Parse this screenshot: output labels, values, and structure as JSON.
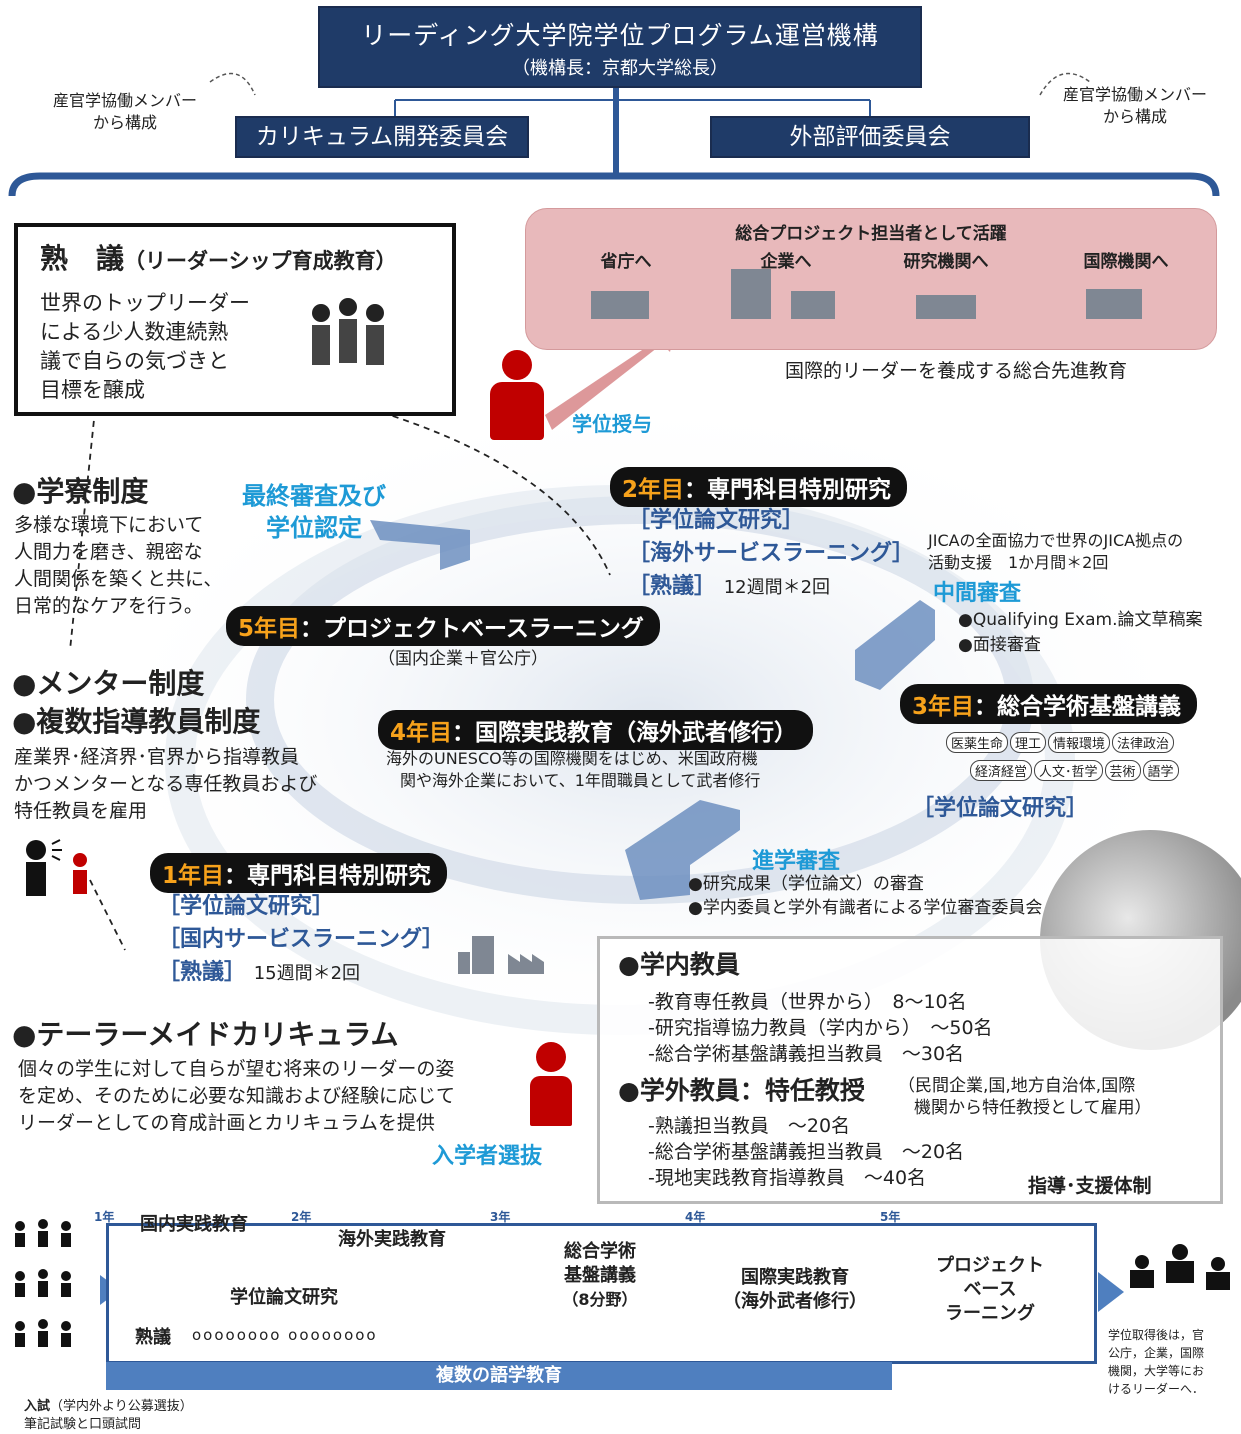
{
  "org": {
    "title": "リーディング大学院学位プログラム運営機構",
    "subtitle": "（機構長：京都大学総長）"
  },
  "committees": {
    "left": "カリキュラム開発委員会",
    "right": "外部評価委員会"
  },
  "side_notes": {
    "left": [
      "産官学協働メンバー",
      "から構成"
    ],
    "right": [
      "産官学協働メンバー",
      "から構成"
    ]
  },
  "outcome": {
    "title": "総合プロジェクト担当者として活躍",
    "destinations": [
      "省庁へ",
      "企業へ",
      "研究機関へ",
      "国際機関へ"
    ],
    "caption": "国際的リーダーを養成する総合先進教育",
    "degree": "学位授与"
  },
  "jukugi": {
    "title": "熟　議",
    "title_sub": "（リーダーシップ育成教育）",
    "body": [
      "世界のトップリーダー",
      "による少人数連続熟",
      "議で自らの気づきと",
      "目標を醸成"
    ]
  },
  "left_sections": {
    "dorm_title": "●学寮制度",
    "dorm_body": [
      "多様な環境下において",
      "人間力を磨き、親密な",
      "人間関係を築くと共に、",
      "日常的なケアを行う。"
    ],
    "mentor_title": "●メンター制度",
    "multi_title": "●複数指導教員制度",
    "multi_body": [
      "産業界･経済界･官界から指導教員",
      "かつメンターとなる専任教員および",
      "特任教員を雇用"
    ],
    "tailor_title": "●テーラーメイドカリキュラム",
    "tailor_body": [
      "個々の学生に対して自らが望む将来のリーダーの姿",
      "を定め、そのために必要な知識および経験に応じて",
      "リーダーとしての育成計画とカリキュラムを提供"
    ]
  },
  "final_review": [
    "最終審査及び",
    "学位認定"
  ],
  "year1": {
    "num": "1年目",
    "title": "：専門科目特別研究",
    "items": [
      "［学位論文研究］",
      "［国内サービスラーニング］",
      "［熟議］"
    ],
    "detail": "15週間＊2回"
  },
  "year2": {
    "num": "2年目",
    "title": "：専門科目特別研究",
    "items": [
      "［学位論文研究］",
      "［海外サービスラーニング］",
      "［熟議］"
    ],
    "detail": "12週間＊2回",
    "jica": [
      "JICAの全面協力で世界のJICA拠点の",
      "活動支援　1か月間＊2回"
    ]
  },
  "mid_review": {
    "title": "中間審査",
    "items": [
      "●Qualifying Exam.論文草稿案",
      "●面接審査"
    ]
  },
  "year3": {
    "num": "3年目",
    "title": "：総合学術基盤講義",
    "tags1": [
      "医薬生命",
      "理工",
      "情報環境",
      "法律政治"
    ],
    "tags2": [
      "経済経営",
      "人文･哲学",
      "芸術",
      "語学"
    ],
    "item": "［学位論文研究］"
  },
  "year4": {
    "num": "4年目",
    "title": "：国際実践教育（海外武者修行）",
    "body": [
      "海外のUNESCO等の国際機関をはじめ、米国政府機",
      "関や海外企業において、1年間職員として武者修行"
    ]
  },
  "year5": {
    "num": "5年目",
    "title": "：プロジェクトベースラーニング",
    "sub": "（国内企業＋官公庁）"
  },
  "advance_review": {
    "title": "進学審査",
    "items": [
      "●研究成果（学位論文）の審査",
      "●学内委員と学外有識者による学位審査委員会"
    ]
  },
  "admission": "入学者選抜",
  "faculty": {
    "internal_title": "●学内教員",
    "internal": [
      "-教育専任教員（世界から）　8～10名",
      "-研究指導協力教員（学内から）　～50名",
      "-総合学術基盤講義担当教員　～30名"
    ],
    "external_title": "●学外教員：特任教授",
    "external_note": [
      "（民間企業,国,地方自治体,国際",
      "機関から特任教授として雇用）"
    ],
    "external": [
      "-熟議担当教員　～20名",
      "-総合学術基盤講義担当教員　～20名",
      "-現地実践教育指導教員　～40名"
    ],
    "support": "指導･支援体制"
  },
  "timeline": {
    "years": [
      "1年",
      "2年",
      "3年",
      "4年",
      "5年"
    ],
    "domestic": "国内実践教育",
    "overseas": "海外実践教育",
    "thesis": "学位論文研究",
    "jukugi": "熟議",
    "dots": "oooooooo oooooooo",
    "general": [
      "総合学術",
      "基盤講義",
      "（8分野）"
    ],
    "intl": [
      "国際実践教育",
      "（海外武者修行）"
    ],
    "pbl": [
      "プロジェクト",
      "ベース",
      "ラーニング"
    ],
    "language": "複数の語学教育",
    "entry_bold": "入試",
    "entry_rest": "（学内外より公募選抜）",
    "entry_line2": "筆記試験と口頭試問",
    "after": [
      "学位取得後は，官",
      "公庁，企業，国際",
      "機関，大学等にお",
      "けるリーダーへ．"
    ]
  },
  "colors": {
    "navy": "#1f3b68",
    "accent_blue": "#2e5897",
    "cyan": "#1e9ad6",
    "orange": "#f7a21b",
    "pink": "#e8b9bb",
    "red": "#c00000"
  }
}
